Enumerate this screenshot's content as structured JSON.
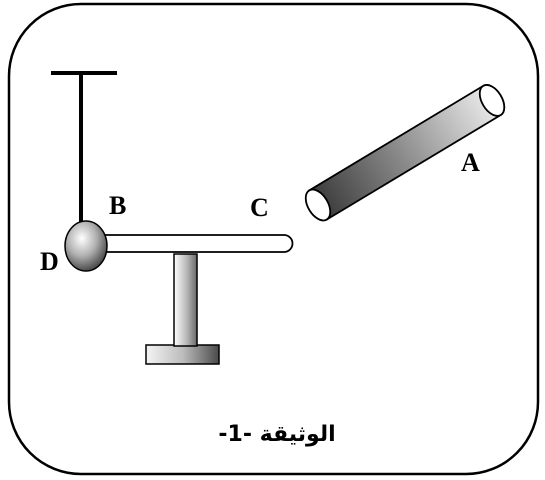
{
  "figure": {
    "caption": "الوثيقة -1-",
    "labels": {
      "A": "A",
      "B": "B",
      "C": "C",
      "D": "D"
    },
    "parts": {
      "rod": "rod-icon",
      "pendulum": "pendulum-ball-icon",
      "support": "stand-icon",
      "insulating_bar": "horizontal-bar-icon"
    }
  }
}
